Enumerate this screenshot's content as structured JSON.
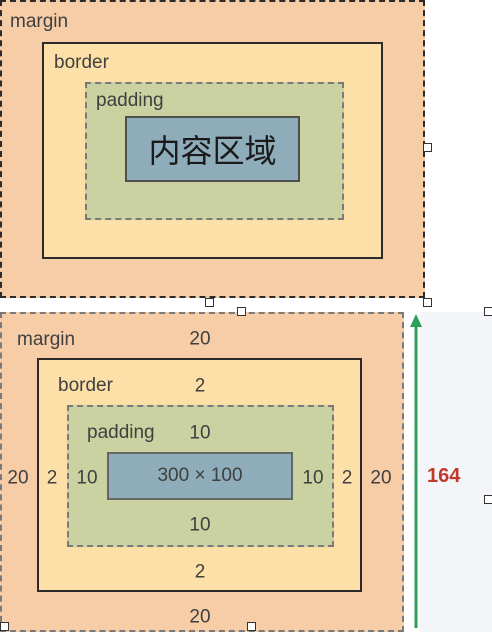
{
  "top_diagram": {
    "margin_label": "margin",
    "border_label": "border",
    "padding_label": "padding",
    "content_label": "内容区域"
  },
  "bottom_diagram": {
    "margin_label": "margin",
    "border_label": "border",
    "padding_label": "padding",
    "content_label": "300 × 100",
    "margin_top": "20",
    "margin_bottom": "20",
    "margin_left": "20",
    "margin_right": "20",
    "border_top": "2",
    "border_bottom": "2",
    "border_left": "2",
    "border_right": "2",
    "padding_top": "10",
    "padding_bottom": "10",
    "padding_left": "10",
    "padding_right": "10",
    "total_height": "164"
  },
  "colors": {
    "margin": "#f6cda6",
    "border": "#fde0a7",
    "padding": "#c9d2a0",
    "content": "#8eacb9",
    "height_arrow": "#2e9e5b",
    "height_label": "#c0392b"
  }
}
